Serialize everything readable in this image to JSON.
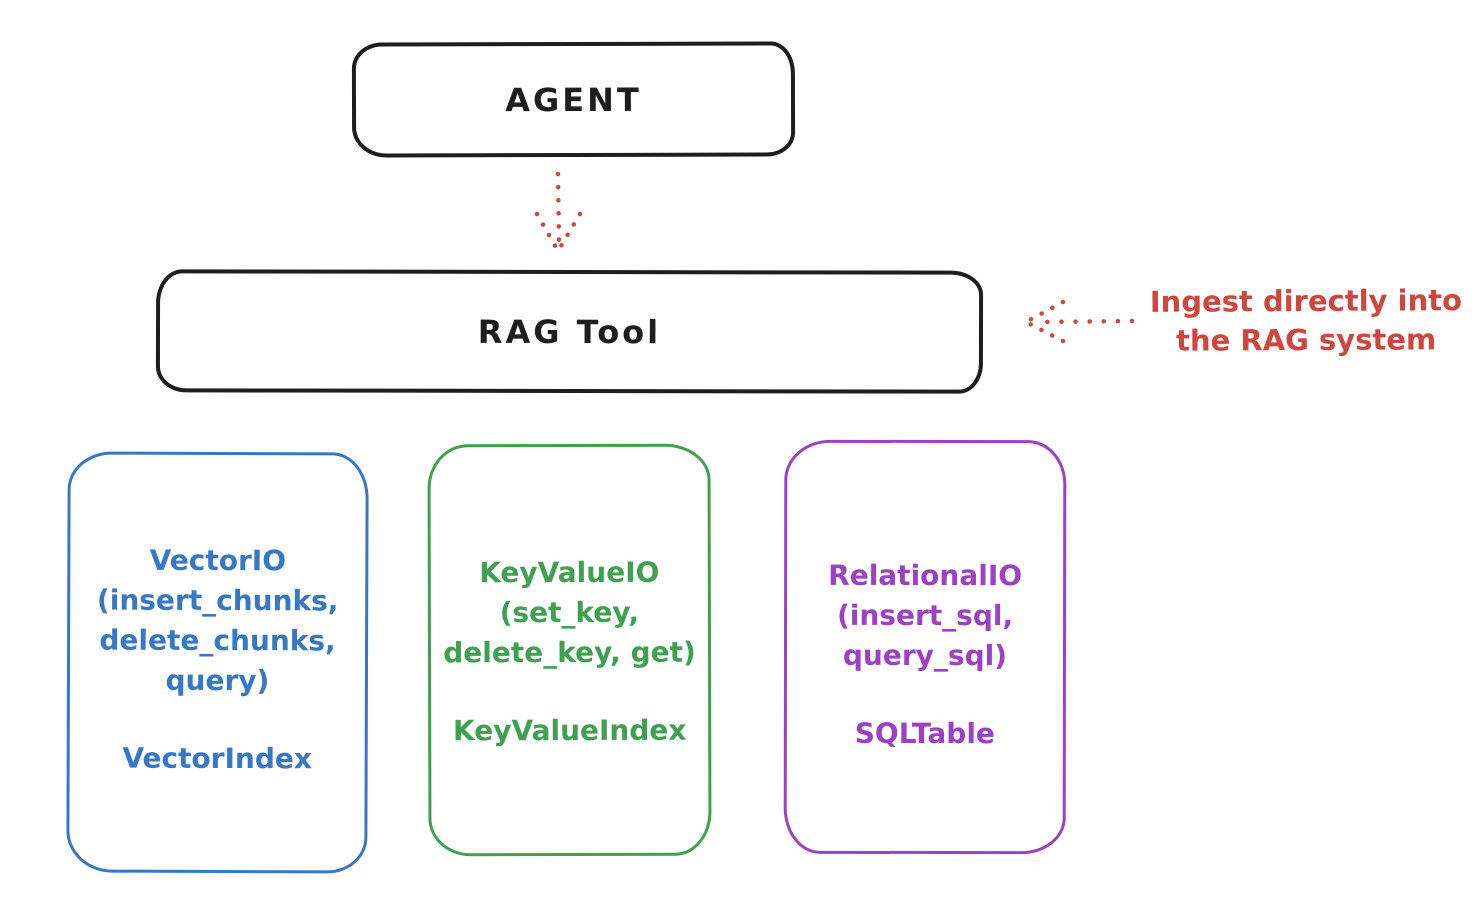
{
  "diagram": {
    "colors": {
      "ink": "#1e1e1e",
      "red": "#d0453e",
      "blue": "#3677c8",
      "green": "#3fa14f",
      "purple": "#9c41c5",
      "background": "#ffffff"
    },
    "nodes": {
      "agent": {
        "label": "AGENT"
      },
      "rag_tool": {
        "label": "RAG Tool"
      },
      "vector": {
        "lines": [
          "VectorIO",
          "(insert_chunks,",
          "delete_chunks,",
          "query)"
        ],
        "footer": "VectorIndex"
      },
      "keyvalue": {
        "lines": [
          "KeyValueIO",
          "(set_key,",
          "delete_key, get)"
        ],
        "footer": "KeyValueIndex"
      },
      "relational": {
        "lines": [
          "RelationalIO",
          "(insert_sql,",
          "query_sql)"
        ],
        "footer": "SQLTable"
      }
    },
    "annotation": {
      "line1": "Ingest directly into",
      "line2": "the RAG system"
    },
    "arrows": {
      "agent_to_rag": "dotted-red-down-arrow",
      "annotation_to_rag": "dotted-red-left-arrow"
    }
  }
}
